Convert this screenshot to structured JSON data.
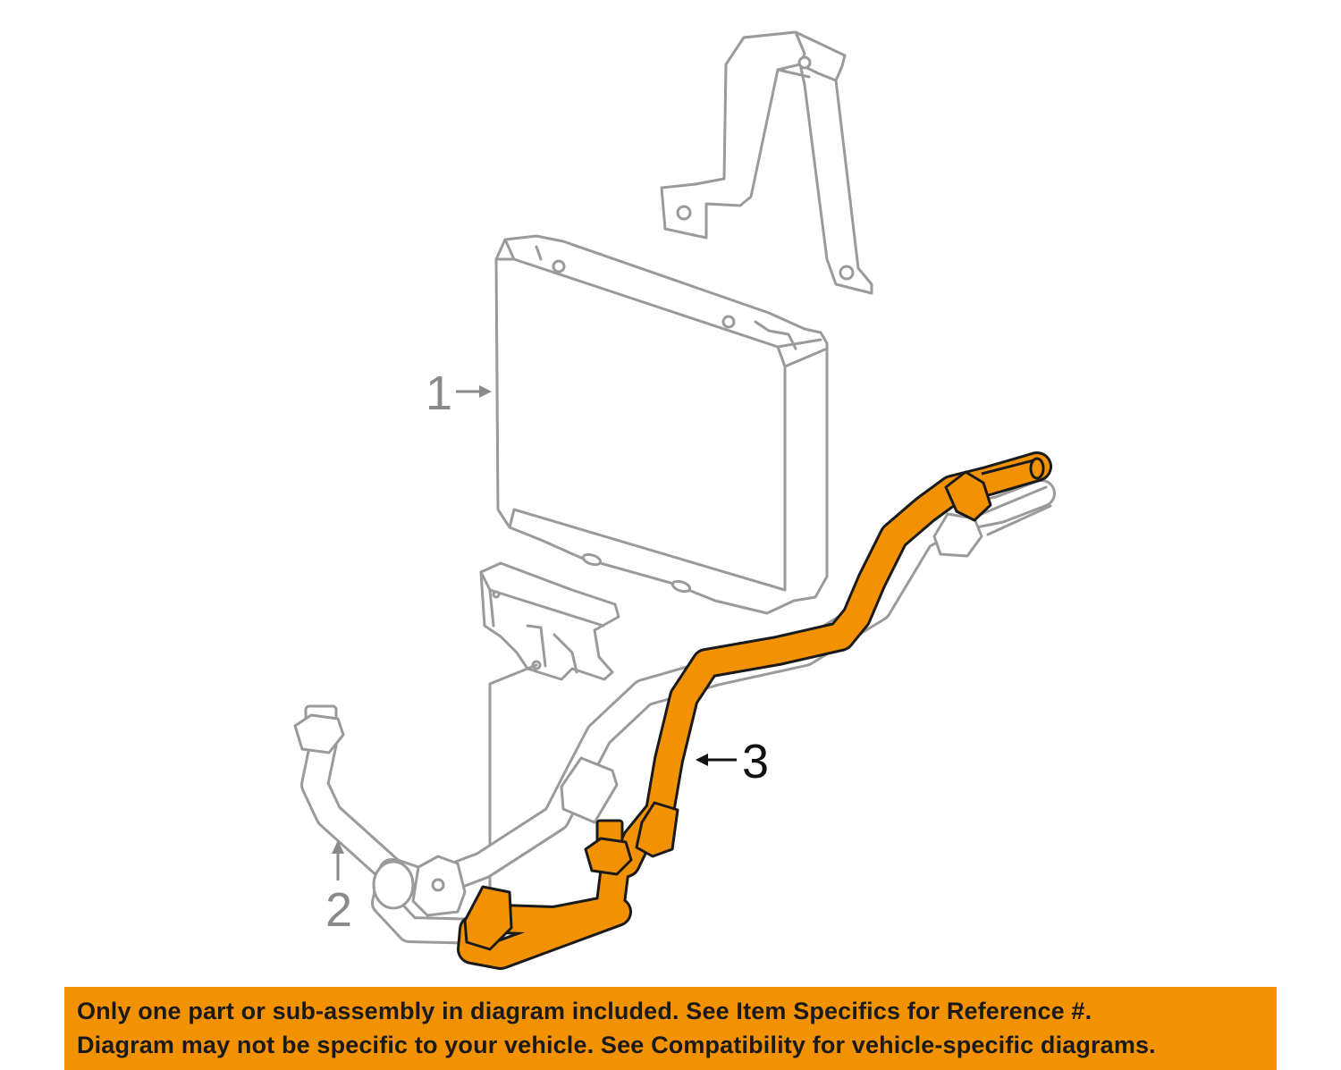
{
  "diagram": {
    "callouts": [
      {
        "number": "1",
        "part": "oil-cooler"
      },
      {
        "number": "2",
        "part": "cooler-line-2"
      },
      {
        "number": "3",
        "part": "cooler-line-3"
      }
    ],
    "highlighted_part": "3"
  },
  "colors": {
    "highlight": "#f39200",
    "ghost_outline": "#9a9a9a",
    "callout_gray": "#8a8a8a",
    "callout_black": "#111111",
    "banner": "#f39200"
  },
  "banner": {
    "line1": "Only one part or sub-assembly in diagram included. See Item Specifics for Reference #.",
    "line2": "Diagram may not be specific to your vehicle. See Compatibility for vehicle-specific diagrams."
  }
}
